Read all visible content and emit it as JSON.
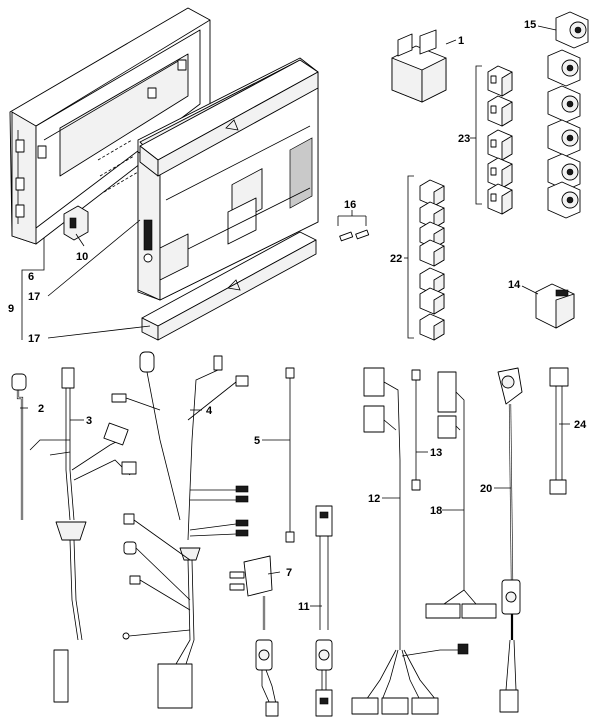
{
  "callouts": [
    {
      "id": "p1",
      "label": "1"
    },
    {
      "id": "p2",
      "label": "2"
    },
    {
      "id": "p3",
      "label": "3"
    },
    {
      "id": "p4",
      "label": "4"
    },
    {
      "id": "p5",
      "label": "5"
    },
    {
      "id": "p6",
      "label": "6"
    },
    {
      "id": "p7",
      "label": "7"
    },
    {
      "id": "p9",
      "label": "9"
    },
    {
      "id": "p10",
      "label": "10"
    },
    {
      "id": "p11",
      "label": "11"
    },
    {
      "id": "p12",
      "label": "12"
    },
    {
      "id": "p13",
      "label": "13"
    },
    {
      "id": "p14",
      "label": "14"
    },
    {
      "id": "p15",
      "label": "15"
    },
    {
      "id": "p16",
      "label": "16"
    },
    {
      "id": "p17a",
      "label": "17"
    },
    {
      "id": "p17b",
      "label": "17"
    },
    {
      "id": "p18",
      "label": "18"
    },
    {
      "id": "p20",
      "label": "20"
    },
    {
      "id": "p22",
      "label": "22"
    },
    {
      "id": "p23",
      "label": "23"
    },
    {
      "id": "p24",
      "label": "24"
    }
  ]
}
